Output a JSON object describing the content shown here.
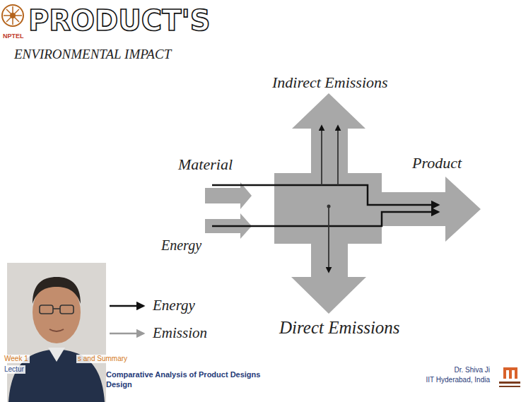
{
  "diagram": {
    "title": "PRODUCT'S",
    "labels": [
      "NPTEL",
      "ENVIRONMENTAL IMPACT",
      "Indirect Emissions",
      "Material",
      "Product",
      "Energy",
      "Direct Emissions",
      "Week 1",
      "s and Summary",
      "Lectur",
      "Comparative Analysis of Product Designs",
      "Design",
      "Dr. Shiva Ji",
      "IIT Hyderabad, India"
    ],
    "legend": [
      {
        "text": "Energy"
      },
      {
        "text": "Emission"
      }
    ]
  }
}
